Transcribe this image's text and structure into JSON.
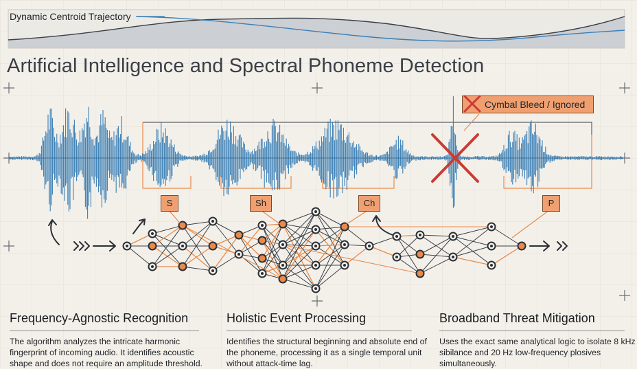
{
  "trajectory": {
    "label": "Dynamic Centroid Trajectory"
  },
  "title": "Artificial Intelligence and Spectral Phoneme Detection",
  "labels": {
    "s": "S",
    "sh": "Sh",
    "ch": "Ch",
    "p": "P",
    "cymbal": "Cymbal Bleed / Ignored"
  },
  "columns": [
    {
      "heading": "Frequency-Agnostic Recognition",
      "body": "The algorithm analyzes the intricate harmonic fingerprint of incoming audio. It identifies acoustic shape and does not require an amplitude threshold."
    },
    {
      "heading": "Holistic Event Processing",
      "body": "Identifies the structural beginning and absolute end of the phoneme, processing it as a single temporal unit without attack-time lag."
    },
    {
      "heading": "Broadband Threat Mitigation",
      "body": "Uses the exact same analytical logic to isolate 8 kHz sibilance and 20 Hz low-frequency plosives simultaneously."
    }
  ],
  "colors": {
    "waveform": "#3b7fb5",
    "accent_orange": "#e88a4a",
    "node_dark": "#2b2f35",
    "reject_red": "#cc3b33"
  },
  "icons": [
    "reject-x-icon",
    "arrow-right-icon",
    "double-chevron-icon",
    "curved-arrow-icon"
  ]
}
